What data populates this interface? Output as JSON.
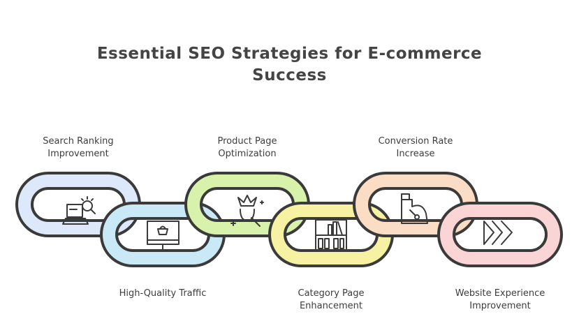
{
  "title": {
    "line1": "Essential SEO Strategies for E-commerce",
    "line2": "Success"
  },
  "links": [
    {
      "label1": "Search Ranking",
      "label2": "Improvement",
      "icon": "laptop-search-icon",
      "color": "#dde8fa"
    },
    {
      "label1": "High-Quality Traffic",
      "label2": "",
      "icon": "monitor-basket-icon",
      "color": "#c9e9f7"
    },
    {
      "label1": "Product Page",
      "label2": "Optimization",
      "icon": "crown-magnifier-icon",
      "color": "#d9f2ab"
    },
    {
      "label1": "Category Page",
      "label2": "Enhancement",
      "icon": "bookshelf-icon",
      "color": "#f6f1a3"
    },
    {
      "label1": "Conversion Rate",
      "label2": "Increase",
      "icon": "cash-register-icon",
      "color": "#fbdcc4"
    },
    {
      "label1": "Website Experience",
      "label2": "Improvement",
      "icon": "fast-forward-icon",
      "color": "#fbd5d5"
    }
  ]
}
